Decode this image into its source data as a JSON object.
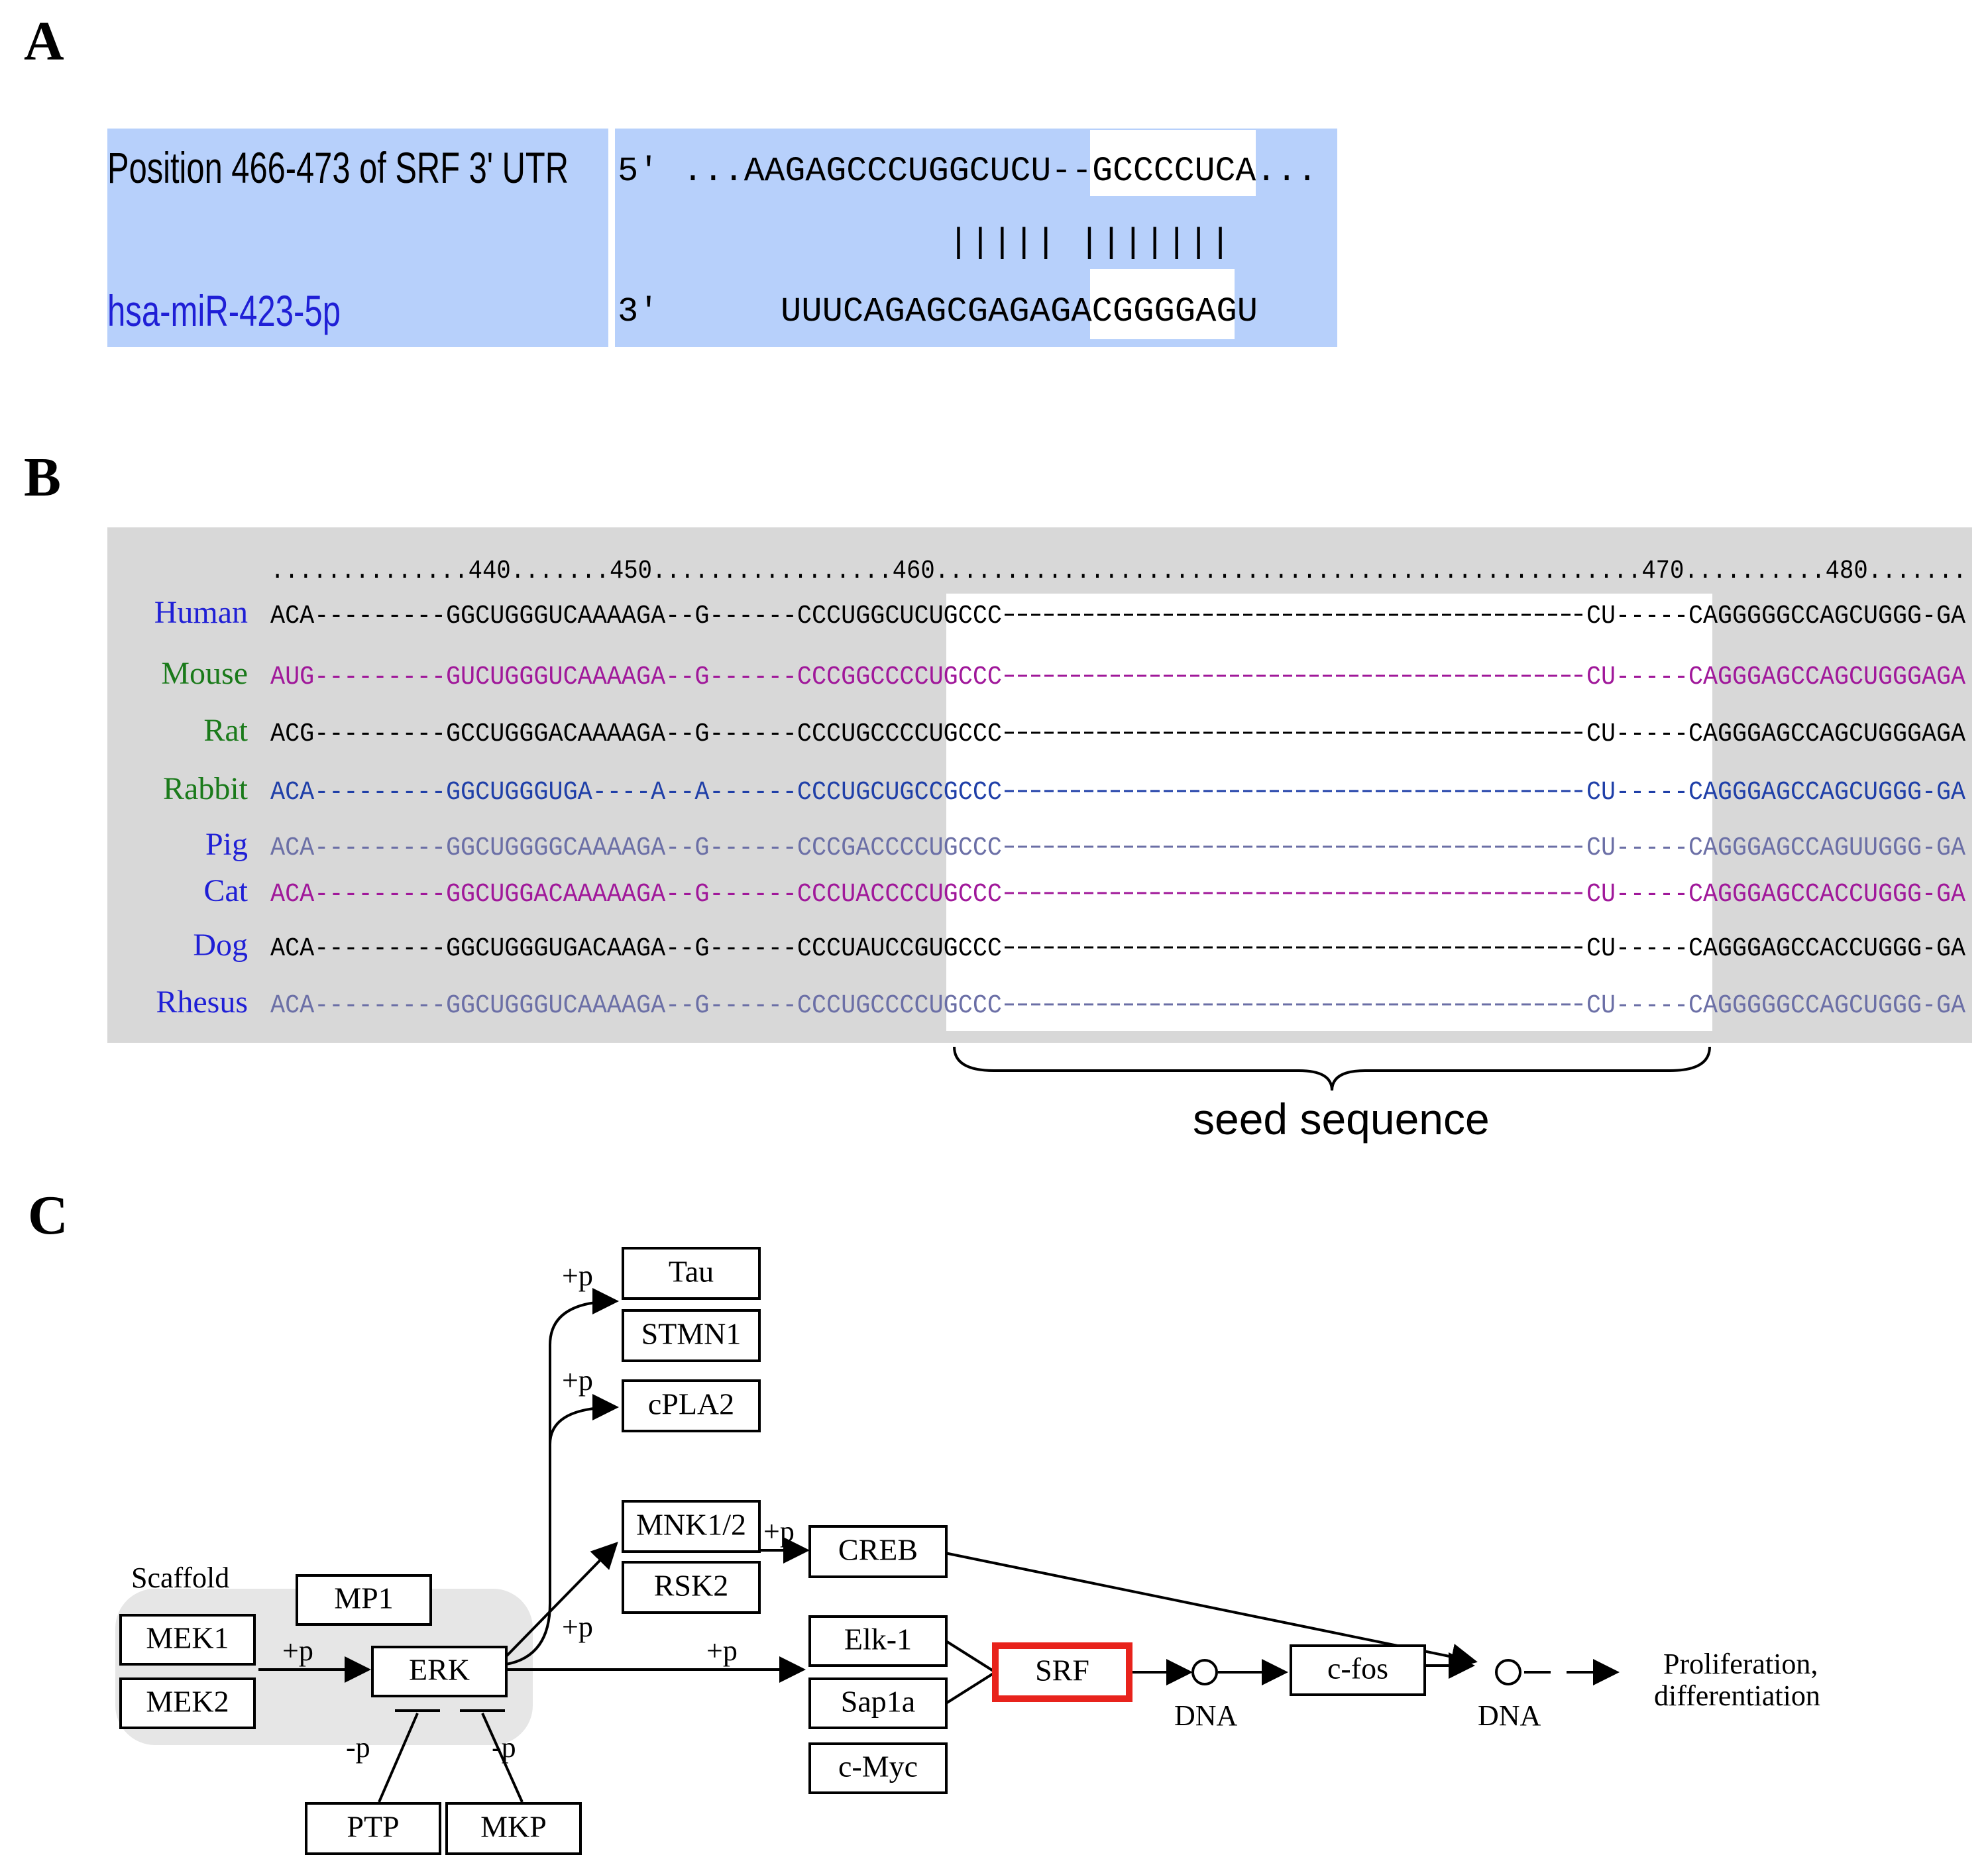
{
  "panels": {
    "a": "A",
    "b": "B",
    "c": "C"
  },
  "colors": {
    "panel_bg_a": "#b7d0fb",
    "panel_bg_b": "#d8d8d8",
    "highlight": "#ffffff",
    "label_blue": "#1f1fd6",
    "srf_red": "#e8231c",
    "scaffold": "#e6e6e6"
  },
  "alignment": {
    "target_label": "Position 466-473 of SRF 3' UTR",
    "mirna_label": "hsa-miR-423-5p",
    "target_end": "5'",
    "mirna_end": "3'",
    "target_seq": "...AAGAGCCCUGGCUCU--GCCCCUCA...",
    "pairing": "|||||  |||||||",
    "mirna_seq": "UUUCAGAGCGAGAGACGGGGAGU"
  },
  "conservation": {
    "ruler": "..............440.......450.................460..................................................470..........480.......",
    "tick_labels": [
      "440",
      "450",
      "460",
      "470",
      "480"
    ],
    "species": [
      {
        "name": "Human",
        "color": "#1f1fd6",
        "seq_color": "#000000",
        "seq_left": "ACA---------GGCUGGGUCAAAAGA--G------CCCUGGCUCUGCCC",
        "seq_right": "CU-----CAGGGGGCCAGCUGGG-GA"
      },
      {
        "name": "Mouse",
        "color": "#1a7a1a",
        "seq_color": "#a0189a",
        "seq_left": "AUG---------GUCUGGGUCAAAAGA--G------CCCGGCCCCUGCCC",
        "seq_right": "CU-----CAGGGAGCCAGCUGGGAGA"
      },
      {
        "name": "Rat",
        "color": "#1a7a1a",
        "seq_color": "#000000",
        "seq_left": "ACG---------GCCUGGGACAAAAGA--G------CCCUGCCCCUGCCC",
        "seq_right": "CU-----CAGGGAGCCAGCUGGGAGA"
      },
      {
        "name": "Rabbit",
        "color": "#1a7a1a",
        "seq_color": "#1f3fa8",
        "seq_left": "ACA---------GGCUGGGUGA----A--A------CCCUGCUGCCGCCC",
        "seq_right": "CU-----CAGGGAGCCAGCUGGG-GA"
      },
      {
        "name": "Pig",
        "color": "#1f1fd6",
        "seq_color": "#6b6fa6",
        "seq_left": "ACA---------GGCUGGGGCAAAAGA--G------CCCGACCCCUGCCC",
        "seq_right": "CU-----CAGGGAGCCAGUUGGG-GA"
      },
      {
        "name": "Cat",
        "color": "#1f1fd6",
        "seq_color": "#a0189a",
        "seq_left": "ACA---------GGCUGGACAAAAAGA--G------CCCUACCCCUGCCC",
        "seq_right": "CU-----CAGGGAGCCACCUGGG-GA"
      },
      {
        "name": "Dog",
        "color": "#1f1fd6",
        "seq_color": "#000000",
        "seq_left": "ACA---------GGCUGGGUGACAAGA--G------CCCUAUCCGUGCCC",
        "seq_right": "CU-----CAGGGAGCCACCUGGG-GA"
      },
      {
        "name": "Rhesus",
        "color": "#1f1fd6",
        "seq_color": "#6b6fa6",
        "seq_left": "ACA---------GGCUGGGUCAAAAGA--G------CCCUGCCCCUGCCC",
        "seq_right": "CU-----CAGGGGGCCAGCUGGG-GA"
      }
    ],
    "seed_label": "seed sequence"
  },
  "pathway": {
    "scaffold_label": "Scaffold",
    "nodes": {
      "tau": "Tau",
      "stmn1": "STMN1",
      "cpla2": "cPLA2",
      "mnk": "MNK1/2",
      "rsk2": "RSK2",
      "creb": "CREB",
      "mp1": "MP1",
      "mek1": "MEK1",
      "mek2": "MEK2",
      "erk": "ERK",
      "elk1": "Elk-1",
      "sap1a": "Sap1a",
      "cmyc": "c-Myc",
      "srf": "SRF",
      "cfos": "c-fos",
      "ptp": "PTP",
      "mkp": "MKP"
    },
    "labels": {
      "plus_p": "+p",
      "minus_p": "-p",
      "dna": "DNA",
      "outcome_1": "Proliferation,",
      "outcome_2": "differentiation"
    }
  }
}
